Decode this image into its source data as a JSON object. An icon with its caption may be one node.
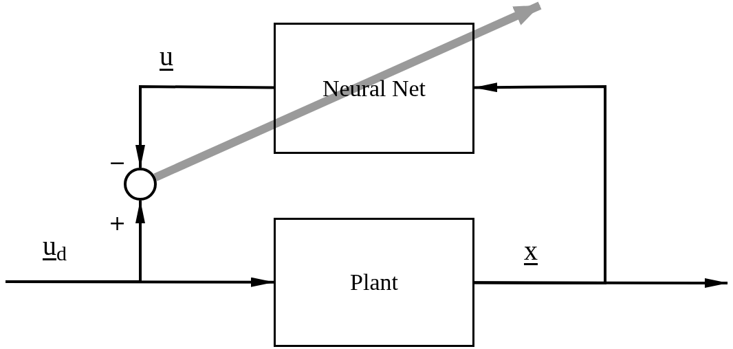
{
  "diagram": {
    "nodes": [
      {
        "text": [
          "Neural Net"
        ]
      },
      {
        "text": [
          "Plant"
        ]
      },
      {
        "text": [],
        "shape": "circle",
        "beside": [
          "−",
          "+"
        ]
      }
    ],
    "edges": [
      {
        "from": null,
        "to": 1,
        "arrow": "to",
        "label": "u$_{d}$"
      },
      {
        "from": null,
        "to": 2,
        "arrow": "to"
      },
      {
        "from": 0,
        "to": 2,
        "arrow": "to",
        "label": "u"
      },
      {
        "from": 1,
        "to": null,
        "arrow": "to",
        "label": "x"
      },
      {
        "from": 1,
        "to": 0,
        "arrow": "to"
      },
      {
        "from": 2,
        "to": null,
        "arrow": "to",
        "style": "thick",
        "color": "#9a9a9a"
      }
    ]
  }
}
